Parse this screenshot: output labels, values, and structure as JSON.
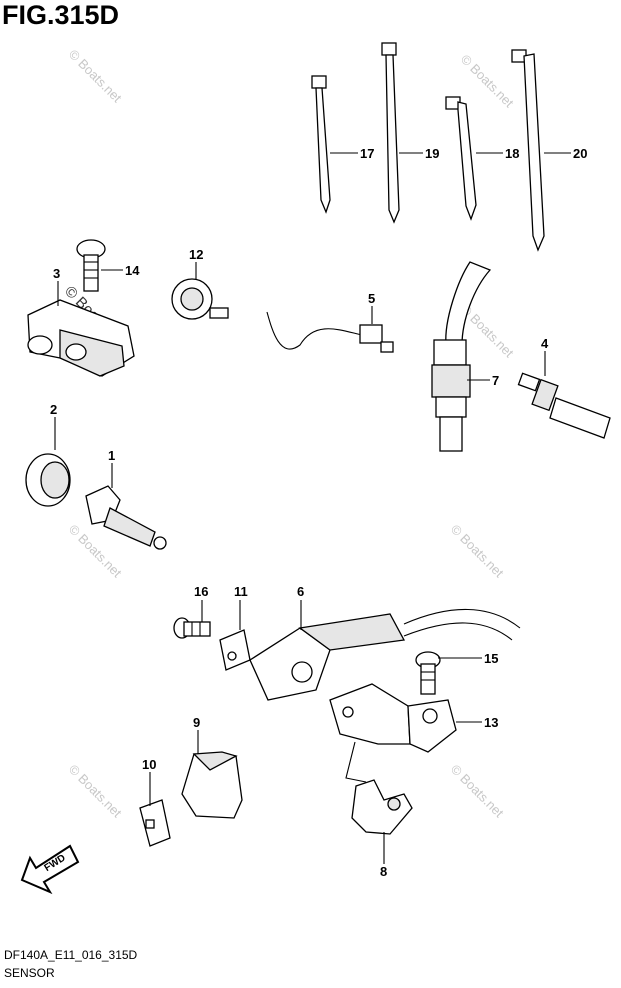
{
  "figure": {
    "title": "FIG.315D",
    "code": "DF140A_E11_016_315D",
    "name": "SENSOR"
  },
  "watermark": "© Boats.net",
  "fwd_label": "FWD",
  "callouts": {
    "c1": "1",
    "c2": "2",
    "c3": "3",
    "c4": "4",
    "c5": "5",
    "c6": "6",
    "c7": "7",
    "c8": "8",
    "c9": "9",
    "c10": "10",
    "c11": "11",
    "c12": "12",
    "c13": "13",
    "c14": "14",
    "c15": "15",
    "c16": "16",
    "c17": "17",
    "c18": "18",
    "c19": "19",
    "c20": "20"
  }
}
